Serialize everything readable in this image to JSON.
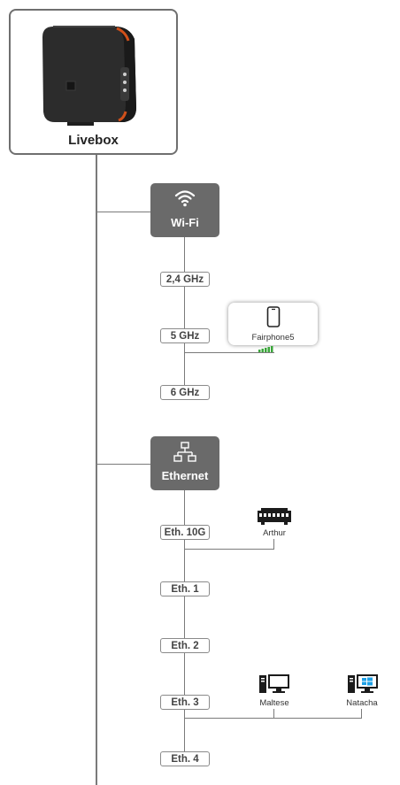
{
  "livebox": {
    "label": "Livebox",
    "icon": "livebox-router-image"
  },
  "wifi": {
    "label": "Wi-Fi",
    "icon": "wifi-icon",
    "bands": [
      {
        "label": "2,4 GHz"
      },
      {
        "label": "5 GHz"
      },
      {
        "label": "6 GHz"
      }
    ],
    "devices": [
      {
        "label": "Fairphone5",
        "icon": "smartphone-icon",
        "signal_bars": 5,
        "band": "5 GHz",
        "signal_color": "#3aa63a"
      }
    ]
  },
  "ethernet": {
    "label": "Ethernet",
    "icon": "network-icon",
    "ports": [
      {
        "label": "Eth. 10G"
      },
      {
        "label": "Eth. 1"
      },
      {
        "label": "Eth. 2"
      },
      {
        "label": "Eth. 3"
      },
      {
        "label": "Eth. 4"
      }
    ],
    "devices": [
      {
        "label": "Arthur",
        "icon": "network-switch-icon",
        "port": "Eth. 10G"
      },
      {
        "label": "Maltese",
        "icon": "desktop-computer-icon",
        "port": "Eth. 3"
      },
      {
        "label": "Natacha",
        "icon": "windows-computer-icon",
        "port": "Eth. 3",
        "accent": "#1ea0e6"
      }
    ]
  },
  "colors": {
    "line": "#7a7a7a",
    "category_bg": "#6a6a6a",
    "pill_border": "#8a8a8a"
  }
}
